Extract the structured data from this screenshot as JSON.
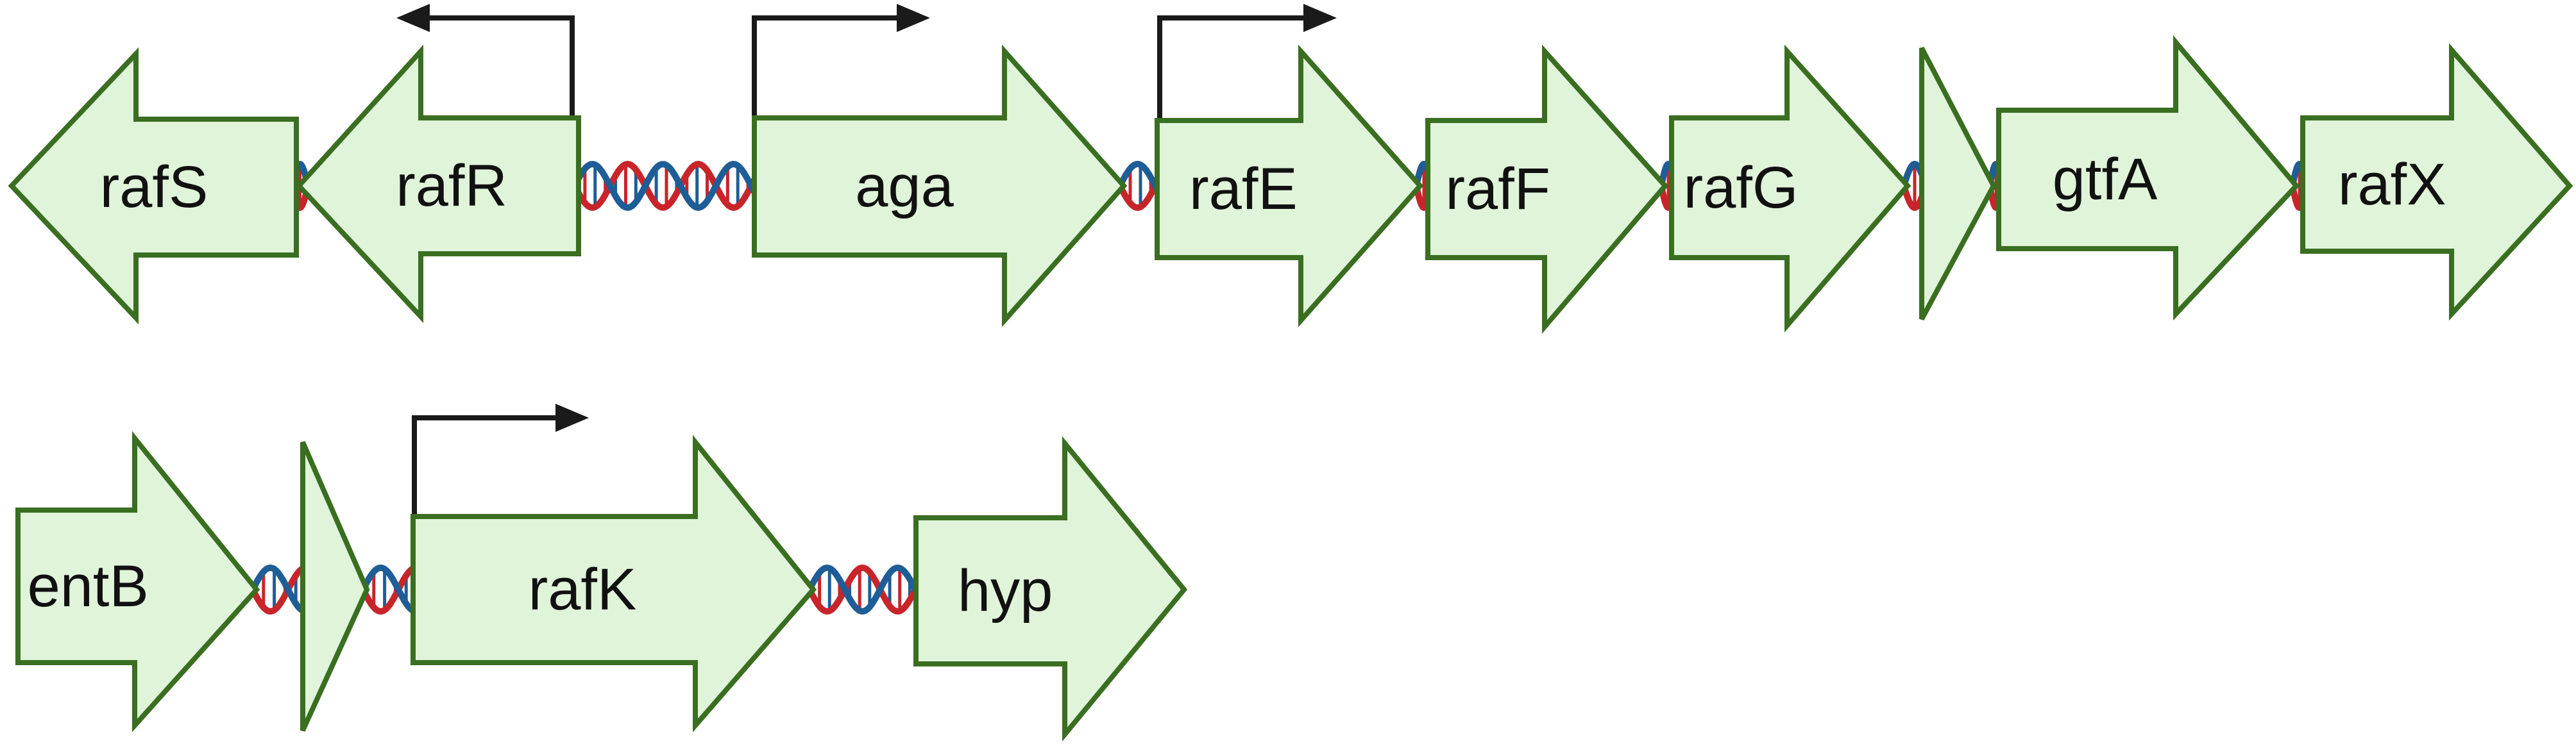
{
  "colors": {
    "gene_fill": "#e0f4da",
    "gene_stroke": "#3a6e21",
    "dna_strand_1": "#c7252a",
    "dna_strand_2": "#1f5d96",
    "promoter_arrow": "#1a1a1a"
  },
  "rows": [
    {
      "genes": [
        {
          "label": "rafS",
          "direction": "left"
        },
        {
          "label": "rafR",
          "direction": "left"
        },
        {
          "label": "aga",
          "direction": "right"
        },
        {
          "label": "rafE",
          "direction": "right"
        },
        {
          "label": "rafF",
          "direction": "right"
        },
        {
          "label": "rafG",
          "direction": "right"
        },
        {
          "label": "",
          "direction": "right"
        },
        {
          "label": "gtfA",
          "direction": "right"
        },
        {
          "label": "rafX",
          "direction": "right"
        }
      ],
      "promoters": [
        {
          "gene": "rafR",
          "direction": "left"
        },
        {
          "gene": "aga",
          "direction": "right"
        },
        {
          "gene": "rafE",
          "direction": "right"
        }
      ]
    },
    {
      "genes": [
        {
          "label": "entB",
          "direction": "right"
        },
        {
          "label": "",
          "direction": "right"
        },
        {
          "label": "rafK",
          "direction": "right"
        },
        {
          "label": "hyp",
          "direction": "right"
        }
      ],
      "promoters": [
        {
          "gene": "rafK",
          "direction": "right"
        }
      ]
    }
  ]
}
